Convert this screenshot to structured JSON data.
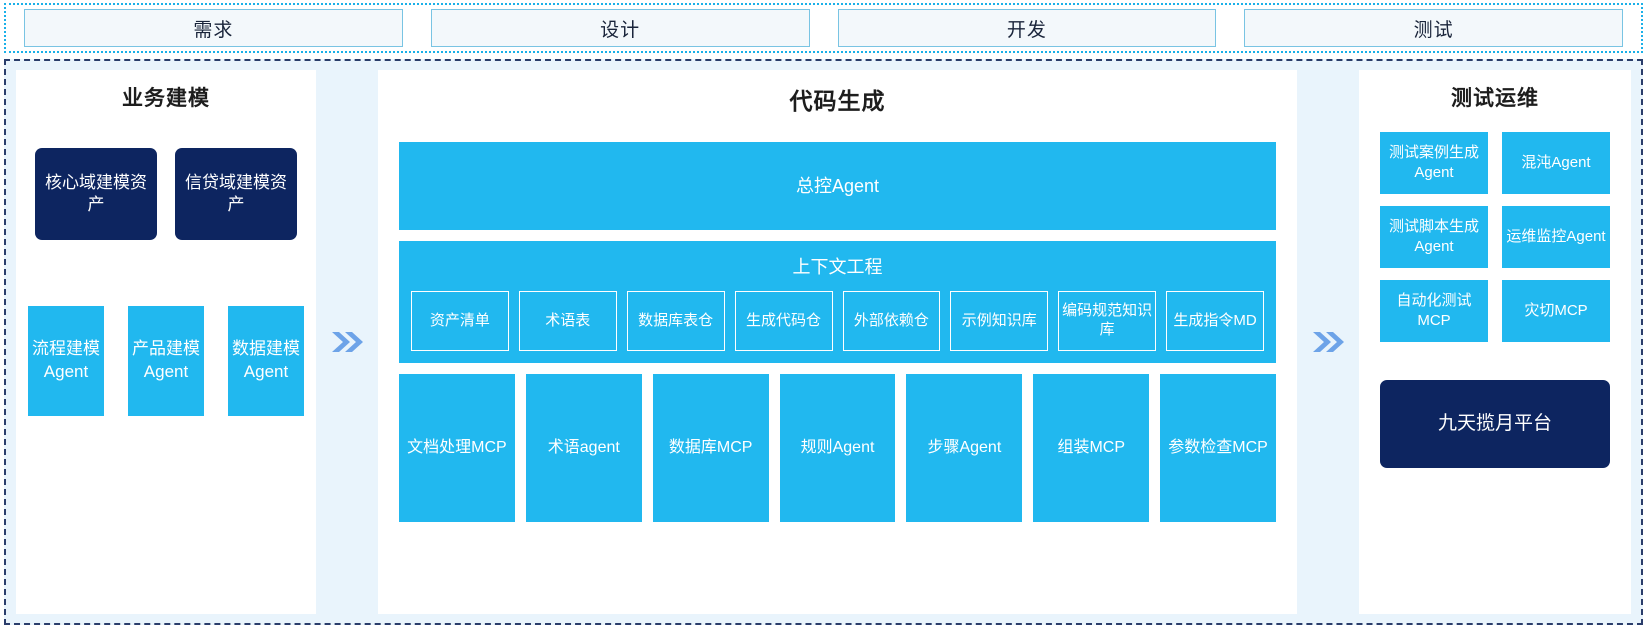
{
  "phases": [
    {
      "label": "需求"
    },
    {
      "label": "设计"
    },
    {
      "label": "开发"
    },
    {
      "label": "测试"
    }
  ],
  "colors": {
    "cyan": "#21b8ef",
    "navy": "#0d2560",
    "panel_bg": "#ffffff",
    "canvas_bg": "#e9f4fc",
    "phase_box_bg": "#f3f8fb",
    "phase_border": "#79c4e3",
    "arrow": "#6da3e8",
    "dashed_border": "#2a3d6b"
  },
  "left_panel": {
    "title": "业务建模",
    "assets": [
      {
        "label": "核心域建模资产"
      },
      {
        "label": "信贷域建模资产"
      }
    ],
    "agents": [
      {
        "label": "流程建模Agent"
      },
      {
        "label": "产品建模Agent"
      },
      {
        "label": "数据建模Agent"
      }
    ]
  },
  "connector_left": {
    "icon": "double-chevron-right-icon"
  },
  "center_panel": {
    "title": "代码生成",
    "master_agent": {
      "label": "总控Agent"
    },
    "context": {
      "title": "上下文工程",
      "items": [
        {
          "label": "资产清单"
        },
        {
          "label": "术语表"
        },
        {
          "label": "数据库表仓"
        },
        {
          "label": "生成代码仓"
        },
        {
          "label": "外部依赖仓"
        },
        {
          "label": "示例知识库"
        },
        {
          "label": "编码规范知识库"
        },
        {
          "label": "生成指令MD"
        }
      ]
    },
    "tools": [
      {
        "label": "文档处理MCP"
      },
      {
        "label": "术语agent"
      },
      {
        "label": "数据库MCP"
      },
      {
        "label": "规则Agent"
      },
      {
        "label": "步骤Agent"
      },
      {
        "label": "组装MCP"
      },
      {
        "label": "参数检查MCP"
      }
    ]
  },
  "connector_right": {
    "icon": "double-chevron-right-icon"
  },
  "right_panel": {
    "title": "测试运维",
    "items": [
      {
        "label": "测试案例生成Agent"
      },
      {
        "label": "混沌Agent"
      },
      {
        "label": "测试脚本生成Agent"
      },
      {
        "label": "运维监控Agent"
      },
      {
        "label": "自动化测试MCP"
      },
      {
        "label": "灾切MCP"
      }
    ],
    "platform": {
      "label": "九天揽月平台"
    }
  }
}
